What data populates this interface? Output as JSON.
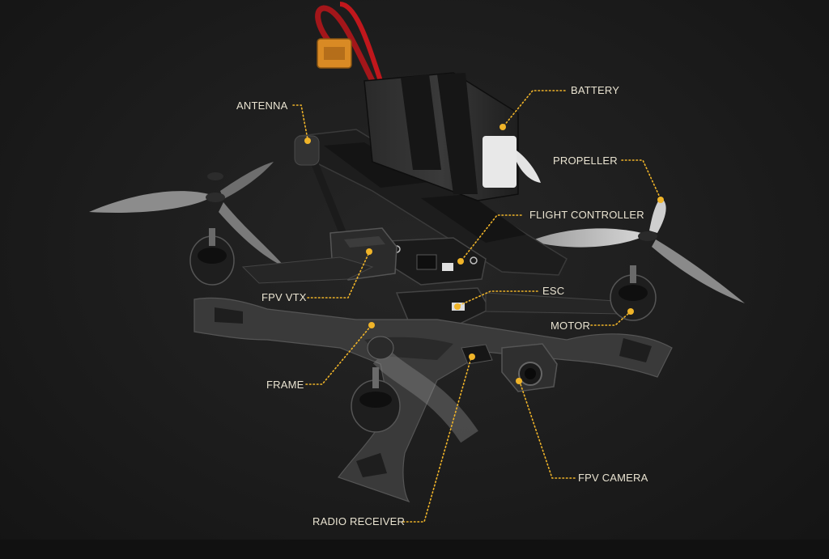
{
  "diagram": {
    "accent_color": "#f0b429",
    "labels": {
      "battery": "BATTERY",
      "antenna": "ANTENNA",
      "propeller": "PROPELLER",
      "flight_controller": "FLIGHT CONTROLLER",
      "fpv_vtx": "FPV VTX",
      "esc": "ESC",
      "motor": "MOTOR",
      "frame": "FRAME",
      "fpv_camera": "FPV CAMERA",
      "radio_receiver": "RADIO RECEIVER"
    }
  }
}
